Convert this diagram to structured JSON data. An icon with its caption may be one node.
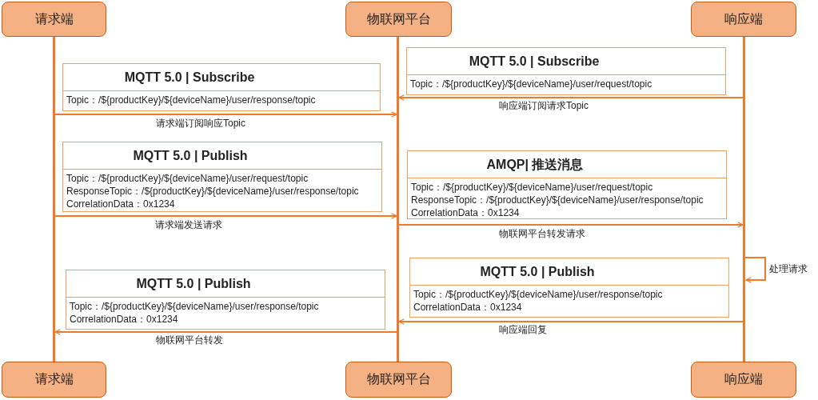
{
  "diagram": {
    "nodes": [
      {
        "text": [
          "请求端"
        ]
      },
      {
        "text": [
          "物联网平台"
        ]
      },
      {
        "text": [
          "响应端"
        ]
      },
      {
        "text": [
          "请求端"
        ]
      },
      {
        "text": [
          "物联网平台"
        ]
      },
      {
        "text": [
          "响应端"
        ]
      },
      {
        "text": [
          "MQTT 5.0 | Subscribe",
          "Topic：/${productKey}/${deviceName}/user/request/topic"
        ]
      },
      {
        "text": [
          "MQTT 5.0 | Subscribe",
          "Topic：/${productKey}/${deviceName}/user/response/topic"
        ]
      },
      {
        "text": [
          "MQTT 5.0 | Publish",
          "Topic：/${productKey}/${deviceName}/user/request/topic",
          "ResponseTopic：/${productKey}/${deviceName}/user/response/topic",
          "CorrelationData：0x1234"
        ]
      },
      {
        "text": [
          "AMQP| 推送消息",
          "Topic：/${productKey}/${deviceName}/user/request/topic",
          "ResponseTopic：/${productKey}/${deviceName}/user/response/topic",
          "CorrelationData：0x1234"
        ]
      },
      {
        "text": [
          "MQTT 5.0 | Publish",
          "Topic：/${productKey}/${deviceName}/user/response/topic",
          "CorrelationData：0x1234"
        ]
      },
      {
        "text": [
          "MQTT 5.0 | Publish",
          "Topic：/${productKey}/${deviceName}/user/response/topic",
          "CorrelationData：0x1234"
        ]
      },
      {
        "text": [],
        "shape": "bar"
      },
      {
        "text": [],
        "shape": "bar"
      },
      {
        "text": [],
        "shape": "bar"
      }
    ],
    "edges": [
      {
        "from": 14,
        "to": 13,
        "arrow": "to",
        "label": "响应端订阅请求Topic"
      },
      {
        "from": 12,
        "to": 13,
        "arrow": "to",
        "label": "请求端订阅响应Topic"
      },
      {
        "from": 12,
        "to": 13,
        "arrow": "to",
        "label": "请求端发送请求"
      },
      {
        "from": 13,
        "to": 14,
        "arrow": "to",
        "label": "物联网平台转发请求"
      },
      {
        "from": 14,
        "to": 14,
        "arrow": "to",
        "label": "处理请求"
      },
      {
        "from": 14,
        "to": 13,
        "arrow": "to",
        "label": "响应端回复"
      },
      {
        "from": 13,
        "to": 12,
        "arrow": "to",
        "label": "物联网平台转发"
      }
    ]
  }
}
